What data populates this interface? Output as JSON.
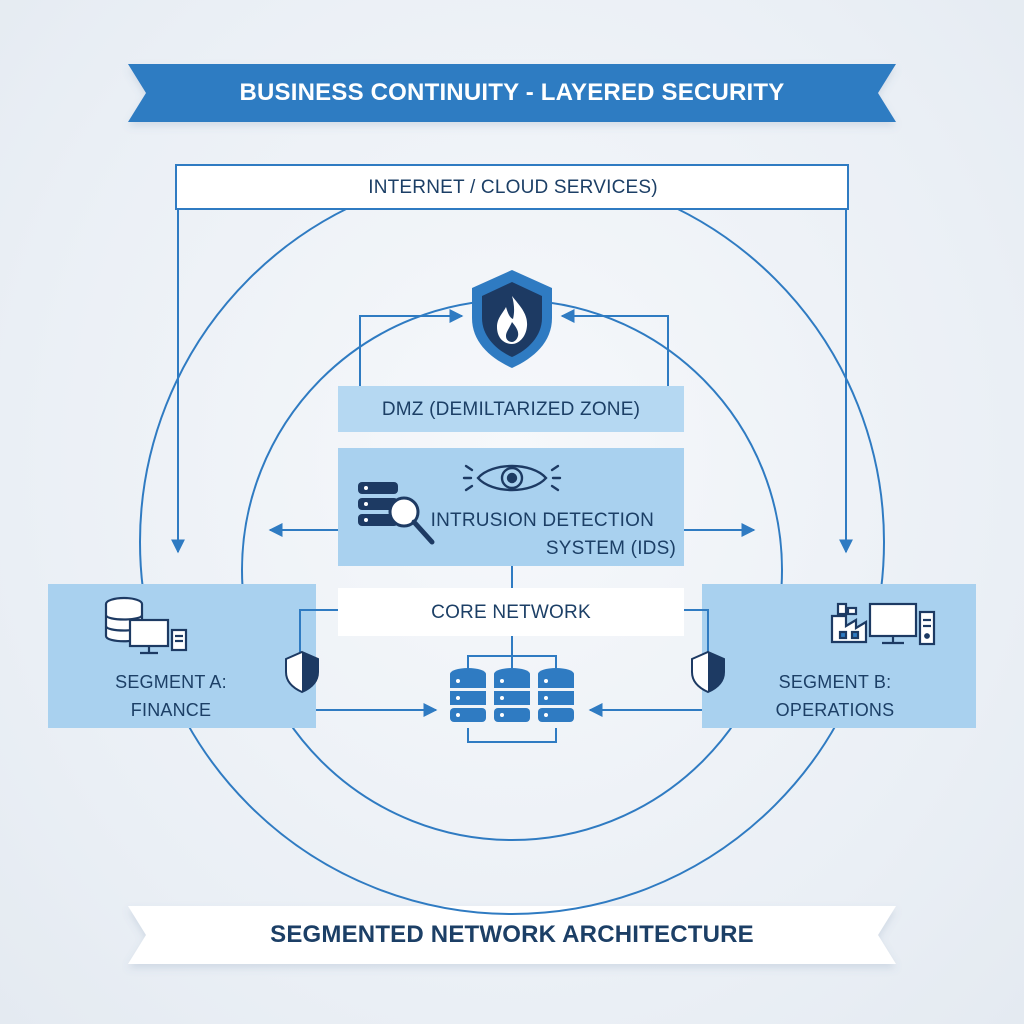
{
  "colors": {
    "primary": "#2f7bc2",
    "dark_navy": "#1c3f66",
    "panel_light": "#a9d1ef",
    "panel_mid": "#b5d8f2",
    "background": "#eef2f7",
    "white": "#ffffff"
  },
  "diagram": {
    "title": "BUSINESS CONTINUITY - LAYERED SECURITY",
    "footer": "SEGMENTED NETWORK ARCHITECTURE",
    "internet_label": "INTERNET / CLOUD SERVICES)",
    "dmz_label": "DMZ (DEMILTARIZED ZONE)",
    "ids_line1": "INTRUSION DETECTION",
    "ids_line2": "SYSTEM (IDS)",
    "core_label": "CORE NETWORK",
    "segment_a_line1": "SEGMENT A:",
    "segment_a_line2": "FINANCE",
    "segment_b_line1": "SEGMENT B:",
    "segment_b_line2": "OPERATIONS"
  },
  "icons": {
    "firewall": "firewall-shield-icon",
    "ids_eye": "eye-icon",
    "ids_db_search": "database-search-icon",
    "core_servers": "server-stack-icon",
    "segment_a_shield": "shield-icon",
    "segment_b_shield": "shield-icon",
    "segment_a": "database-computer-icon",
    "segment_b": "factory-computer-icon"
  }
}
